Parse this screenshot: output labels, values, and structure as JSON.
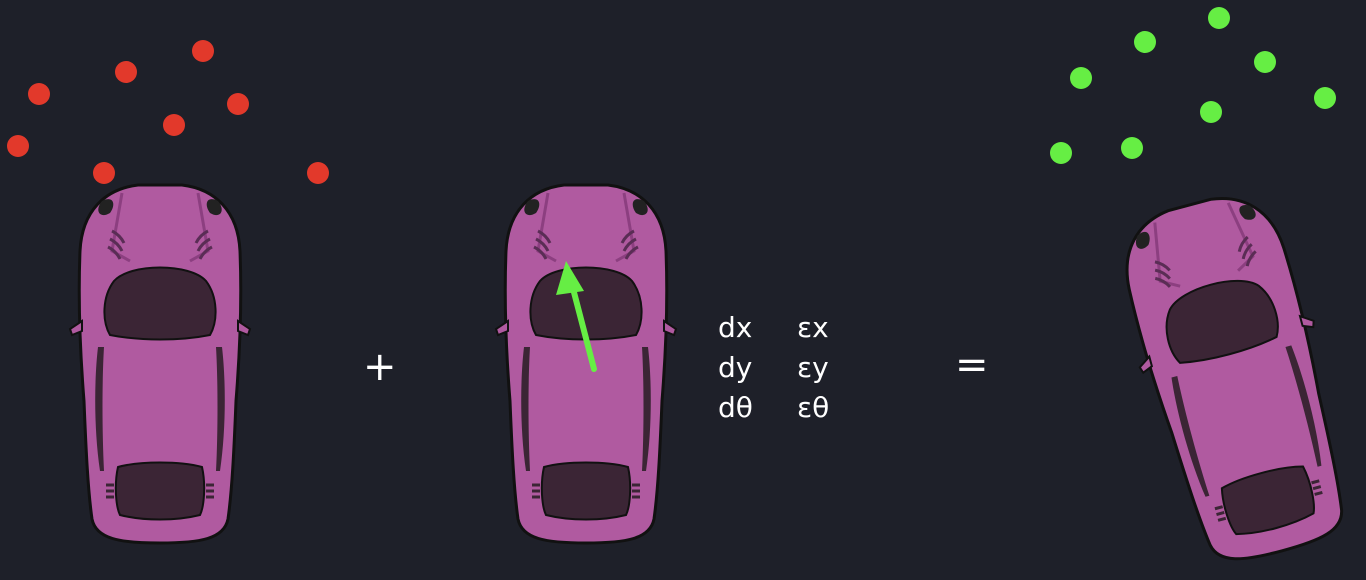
{
  "colors": {
    "background": "#1e2029",
    "before_points": "#e2392b",
    "after_points": "#66ee44",
    "car_body": "#b05aa0",
    "arrow": "#66ee44"
  },
  "operators": {
    "plus": "+",
    "equals": "="
  },
  "deltas": [
    {
      "label": "dx",
      "noise": "εx"
    },
    {
      "label": "dy",
      "noise": "εy"
    },
    {
      "label": "dθ",
      "noise": "εθ"
    }
  ]
}
